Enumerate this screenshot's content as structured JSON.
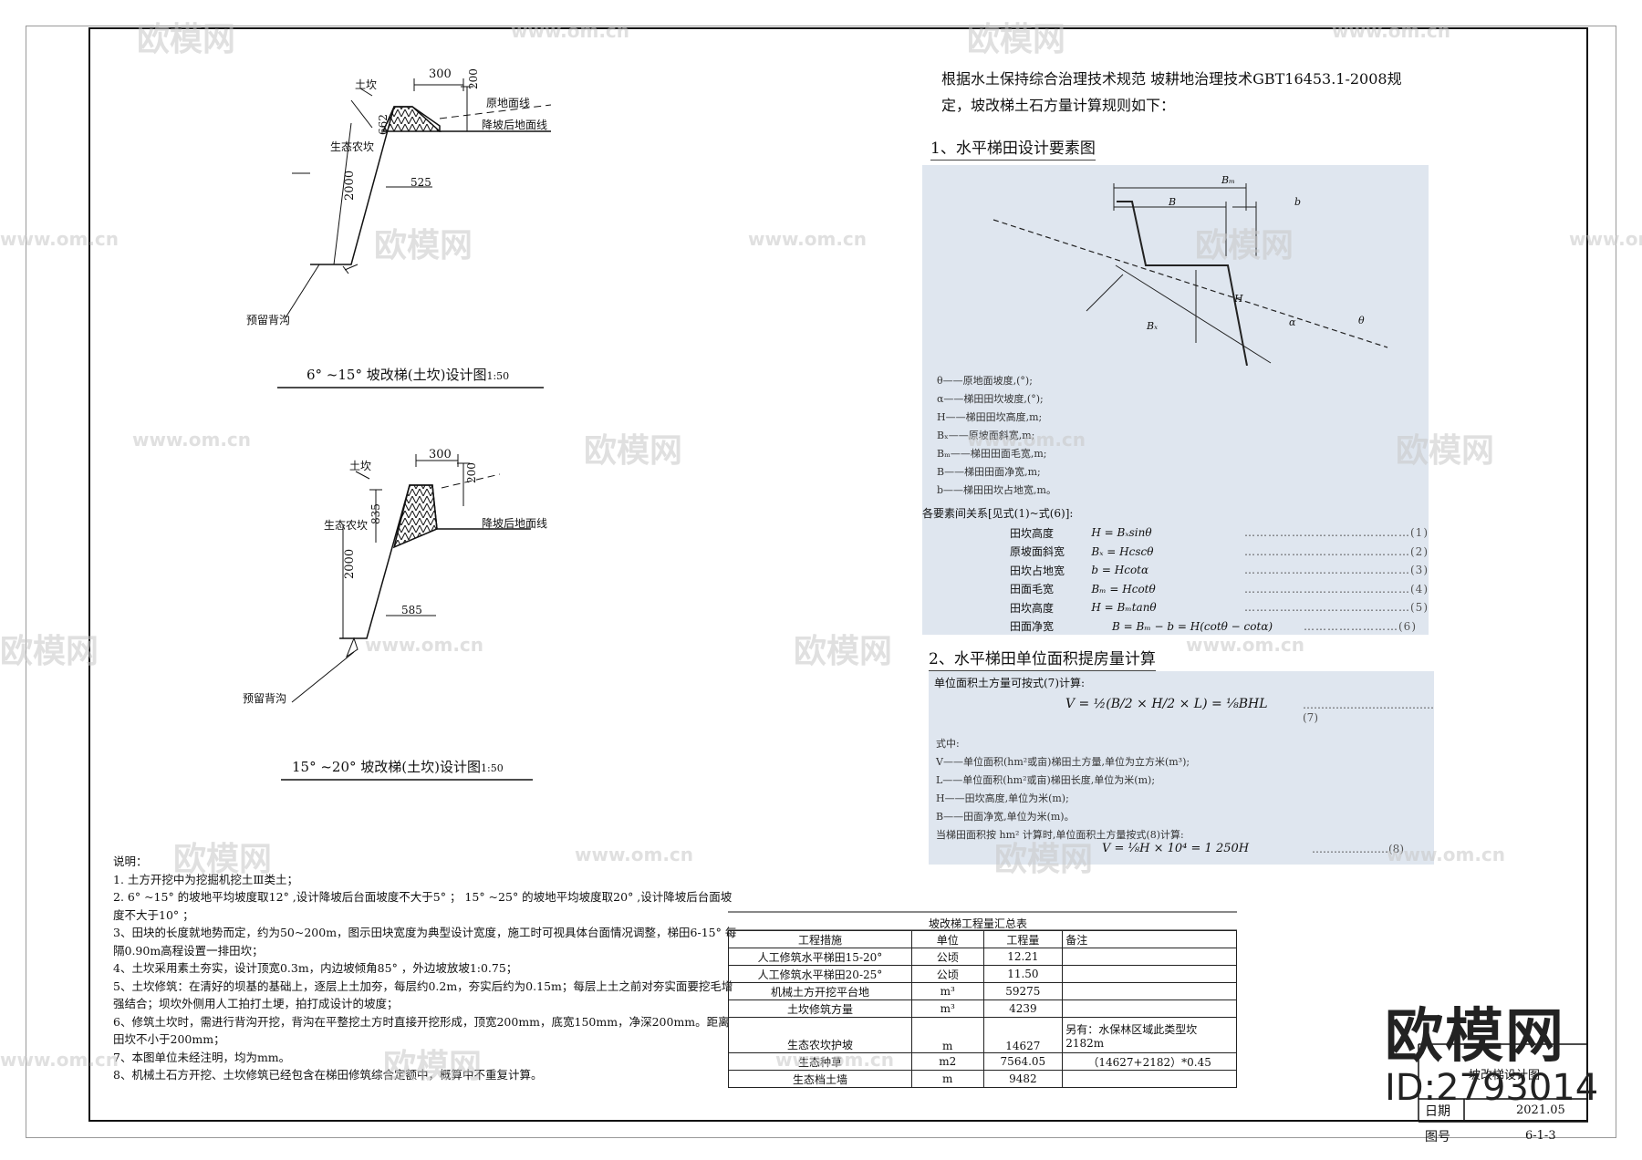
{
  "drawing1": {
    "labels": {
      "tukan": "土坎",
      "width_top": "300",
      "h200": "200",
      "yuan": "原地面线",
      "jiang": "降坡后地面线",
      "v662": "662",
      "shengtai": "生态农坎",
      "v2000": "2000",
      "v525": "525",
      "gou": "预留背沟"
    },
    "title": "6° ~15° 坡改梯(土坎)设计图",
    "scale": "1:50"
  },
  "drawing2": {
    "labels": {
      "tukan": "土坎",
      "width_top": "300",
      "h200": "200",
      "jiang": "降坡后地面线",
      "shengtai": "生态农坎",
      "v835": "835",
      "v2000": "2000",
      "v585": "585",
      "gou": "预留背沟"
    },
    "title": "15° ~20° 坡改梯(土坎)设计图",
    "scale": "1:50"
  },
  "intro": {
    "line1": "根据水土保持综合治理技术规范 坡耕地治理技术GBT16453.1-2008规",
    "line2": "定，坡改梯土石方量计算规则如下："
  },
  "section1": {
    "heading": "1、水平梯田设计要素图",
    "figure_labels": {
      "Bm": "Bₘ",
      "B": "B",
      "b": "b",
      "H": "H",
      "Bx": "Bₓ",
      "alpha": "α",
      "theta": "θ"
    },
    "legend": [
      "θ——原地面坡度,(°);",
      "α——梯田田坎坡度,(°);",
      "H——梯田田坎高度,m;",
      "Bₓ——原坡面斜宽,m;",
      "Bₘ——梯田田面毛宽,m;",
      "B——梯田田面净宽,m;",
      "b——梯田田坎占地宽,m。"
    ],
    "relation_head": "各要素间关系[见式(1)~式(6)]:",
    "relations": [
      {
        "name": "田坎高度",
        "formula": "H = Bₓsinθ",
        "no": "……………………………………(1)"
      },
      {
        "name": "原坡面斜宽",
        "formula": "Bₓ = Hcscθ",
        "no": "……………………………………(2)"
      },
      {
        "name": "田坎占地宽",
        "formula": "b = Hcotα",
        "no": "……………………………………(3)"
      },
      {
        "name": "田面毛宽",
        "formula": "Bₘ = Hcotθ",
        "no": "……………………………………(4)"
      },
      {
        "name": "田坎高度",
        "formula": "H = Bₘtanθ",
        "no": "……………………………………(5)"
      },
      {
        "name": "田面净宽",
        "formula": "B = Bₘ − b = H(cotθ − cotα)",
        "no": "……………………(6)"
      }
    ]
  },
  "section2": {
    "heading": "2、水平梯田单位面积提房量计算",
    "lead": "单位面积土方量可按式(7)计算:",
    "formula7": "V = ½(B/2 × H/2 × L) = ⅛BHL",
    "no7": "………………………………(7)",
    "where": "式中:",
    "defs": [
      "V——单位面积(hm²或亩)梯田土方量,单位为立方米(m³);",
      "L——单位面积(hm²或亩)梯田长度,单位为米(m);",
      "H——田坎高度,单位为米(m);",
      "B——田面净宽,单位为米(m)。",
      "当梯田面积按 hm² 计算时,单位面积土方量按式(8)计算:"
    ],
    "formula8": "V = ⅛H × 10⁴ = 1 250H",
    "no8": "…………………(8)"
  },
  "notes": {
    "head": "说明：",
    "items": [
      "1. 土方开挖中为挖掘机挖土Ⅲ类土；",
      "2.  6° ~15° 的坡地平均坡度取12° ,设计降坡后台面坡度不大于5° ； 15° ~25° 的坡地平均坡度取20° ,设计降坡后台面坡度不大于10° ；",
      "3、田块的长度就地势而定，约为50~200m，图示田块宽度为典型设计宽度，施工时可视具体台面情况调整，梯田6-15° 每隔0.90m高程设置一排田坎；",
      "4、土坎采用素土夯实，设计顶宽0.3m，内边坡倾角85° ，外边坡放坡1:0.75；",
      "5、土坎修筑：在清好的坝基的基础上，逐层上土加夯，每层约0.2m，夯实后约为0.15m；每层上土之前对夯实面要挖毛增强结合；坝坎外侧用人工拍打土埂，拍打成设计的坡度；",
      "6、修筑土坎时，需进行背沟开挖，背沟在平整挖土方时直接开挖形成，顶宽200mm，底宽150mm，净深200mm。距离田坎不小于200mm；",
      "7、本图单位未经注明，均为mm。",
      "8、机械土石方开挖、土坎修筑已经包含在梯田修筑综合定额中，概算中不重复计算。"
    ]
  },
  "table": {
    "title": "坡改梯工程量汇总表",
    "headers": [
      "工程措施",
      "单位",
      "工程量",
      "备注"
    ],
    "rows": [
      [
        "人工修筑水平梯田15-20°",
        "公顷",
        "12.21",
        ""
      ],
      [
        "人工修筑水平梯田20-25°",
        "公顷",
        "11.50",
        ""
      ],
      [
        "机械土方开挖平台地",
        "m³",
        "59275",
        ""
      ],
      [
        "土坎修筑方量",
        "m³",
        "4239",
        ""
      ],
      [
        "生态农坎护坡",
        "m",
        "14627",
        "另有：水保林区域此类型坎2182m"
      ],
      [
        "生态种草",
        "m2",
        "7564.05",
        "（14627+2182）*0.45"
      ],
      [
        "生态档土墙",
        "m",
        "9482",
        ""
      ]
    ]
  },
  "title_block": {
    "drawing_name": "坡改梯设计图",
    "date_label": "日期",
    "date_value": "2021.05",
    "no_label": "图号",
    "no_value": "6-1-3"
  },
  "watermark": {
    "brand": "欧模网",
    "id": "ID:2793014",
    "url": "www.om.cn"
  }
}
